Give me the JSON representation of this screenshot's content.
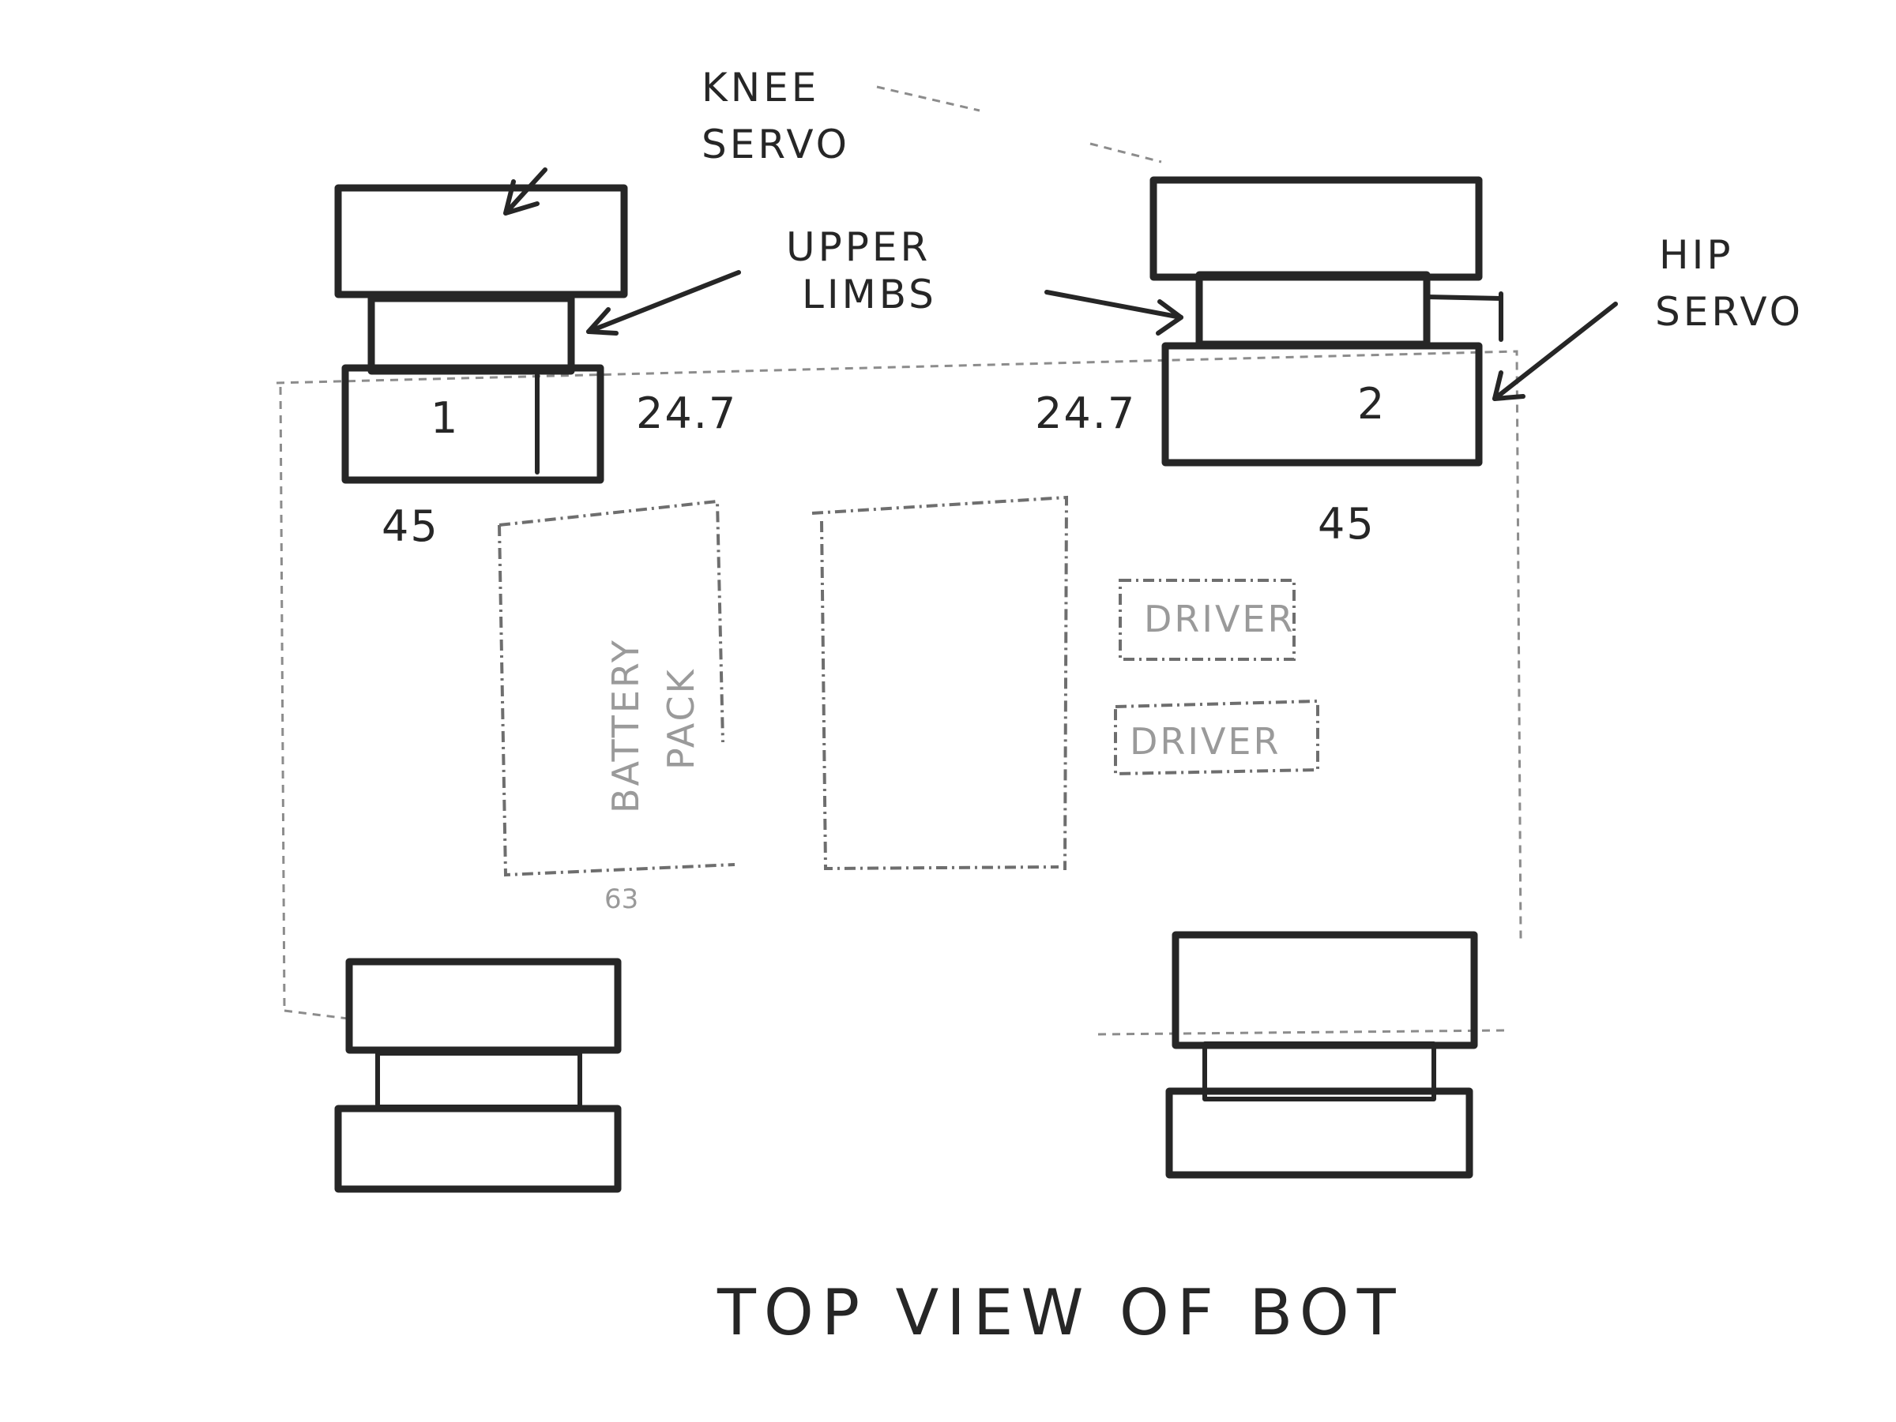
{
  "labels": {
    "knee_servo_line1": "KNEE",
    "knee_servo_line2": "SERVO",
    "upper_limbs_line1": "UPPER",
    "upper_limbs_line2": "LIMBS",
    "hip_servo_line1": "HIP",
    "hip_servo_line2": "SERVO",
    "battery_line1": "BATTERY",
    "battery_line2": "PACK",
    "driver_1": "DRIVER",
    "driver_2": "DRIVER",
    "servo_1": "1",
    "servo_2": "2",
    "dim_left_side": "24.7",
    "dim_right_side": "24.7",
    "dim_left_width": "45",
    "dim_right_width": "45",
    "dim_battery_width": "63",
    "title": "TOP VIEW OF BOT"
  }
}
